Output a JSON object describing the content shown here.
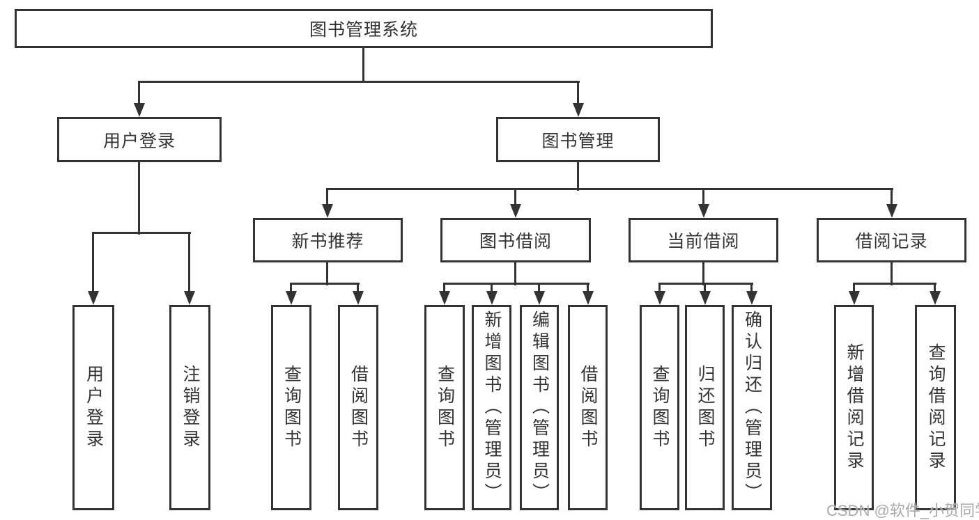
{
  "diagram": {
    "type": "feature-tree",
    "title": "图书管理系统",
    "watermark": "CSDN @软件_小贺同学",
    "colors": {
      "line": "#333333",
      "text": "#333333",
      "box_background": "#ffffff",
      "page_background": "#ffffff",
      "watermark": "#a9a9a9"
    },
    "tree": {
      "label": "图书管理系统",
      "children": [
        {
          "label": "用户登录",
          "children": [
            {
              "label": "用户登录"
            },
            {
              "label": "注销登录"
            }
          ]
        },
        {
          "label": "图书管理",
          "children": [
            {
              "label": "新书推荐",
              "children": [
                {
                  "label": "查询图书"
                },
                {
                  "label": "借阅图书"
                }
              ]
            },
            {
              "label": "图书借阅",
              "children": [
                {
                  "label": "查询图书"
                },
                {
                  "label": "新增图书（管理员）"
                },
                {
                  "label": "编辑图书（管理员）"
                },
                {
                  "label": "借阅图书"
                }
              ]
            },
            {
              "label": "当前借阅",
              "children": [
                {
                  "label": "查询图书"
                },
                {
                  "label": "归还图书"
                },
                {
                  "label": "确认归还（管理员）"
                }
              ]
            },
            {
              "label": "借阅记录",
              "children": [
                {
                  "label": "新增借阅记录"
                },
                {
                  "label": "查询借阅记录"
                }
              ]
            }
          ]
        }
      ]
    }
  }
}
